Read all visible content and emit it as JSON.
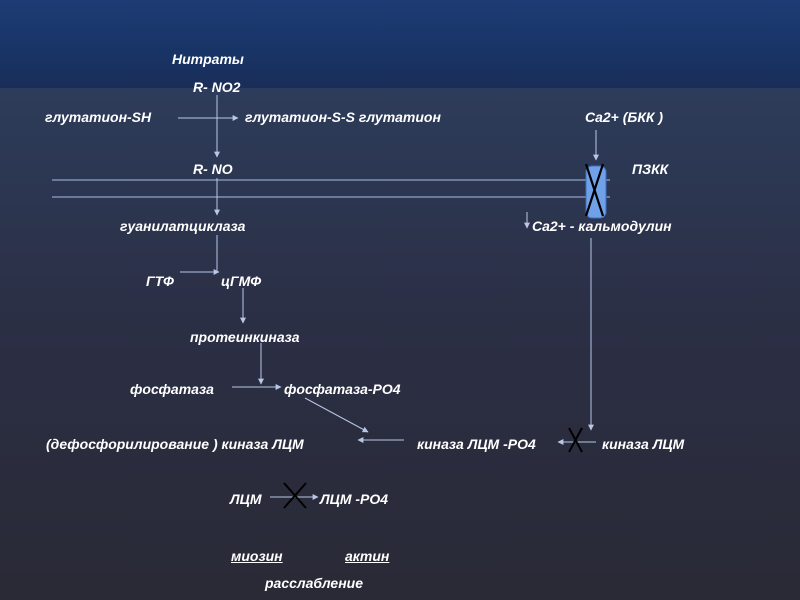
{
  "labels": {
    "nitrates": "Нитраты",
    "r_no2": "R- NO2",
    "glutathione_sh": "глутатион-SH",
    "glutathione_ss": "глутатион-S-S глутатион",
    "ca2_bkk": "Ca2+   (БКК )",
    "r_no": "R- NO",
    "pzkk": "ПЗКК",
    "guanylate_cyclase": "гуанилатциклаза",
    "ca_calmodulin": "Ca2+ - кальмодулин",
    "gtp": "ГТФ",
    "cgmp": "цГМФ",
    "protein_kinase": "протеинкиназа",
    "phosphatase": "фосфатаза",
    "phosphatase_po4": "фосфатаза-PO4",
    "dephosphorylation_kinase": "(дефосфорилирование ) киназа ЛЦМ",
    "kinase_lcm_po4": "киназа ЛЦМ -PO4",
    "kinase_lcm": "киназа ЛЦМ",
    "lcm": "ЛЦМ",
    "lcm_po4": "ЛЦМ -PO4",
    "myosin": "миозин",
    "actin": "актин",
    "relaxation": "расслабление"
  },
  "colors": {
    "text": "#ffffff",
    "arrow": "#b9c7e6",
    "cross": "#000000",
    "channel": "#6fa0e8"
  }
}
